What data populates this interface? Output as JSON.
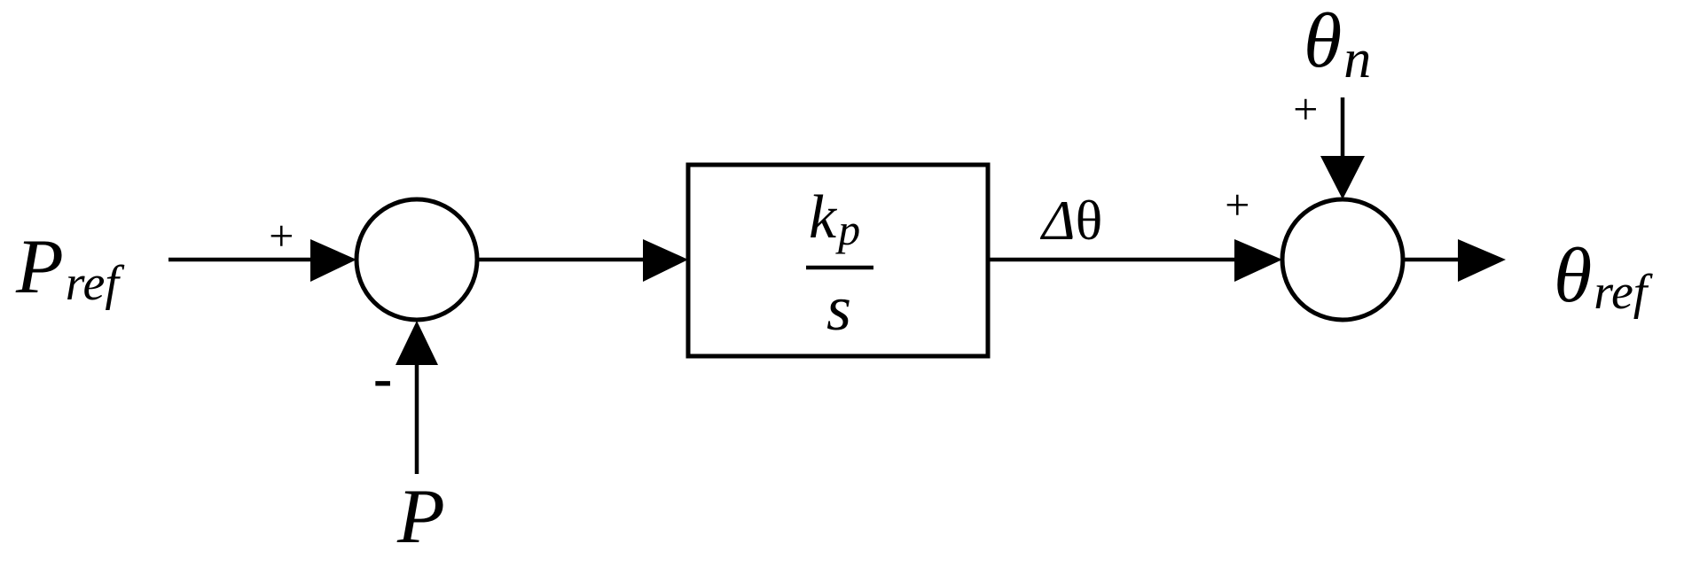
{
  "inputs": {
    "p_ref": {
      "main": "P",
      "sub": "ref"
    },
    "p": {
      "main": "P"
    },
    "theta_n": {
      "main": "θ",
      "sub": "n"
    }
  },
  "output": {
    "theta_ref": {
      "main": "θ",
      "sub": "ref"
    }
  },
  "signs": {
    "sum1_ref": "+",
    "sum1_feedback": "-",
    "sum2_delta": "+",
    "sum2_theta_n": "+"
  },
  "block": {
    "numerator_main": "k",
    "numerator_sub": "p",
    "denominator": "s"
  },
  "signals": {
    "delta_prefix": "Δ",
    "delta_theta": "θ"
  },
  "colors": {
    "line": "#000000",
    "background": "#ffffff"
  }
}
